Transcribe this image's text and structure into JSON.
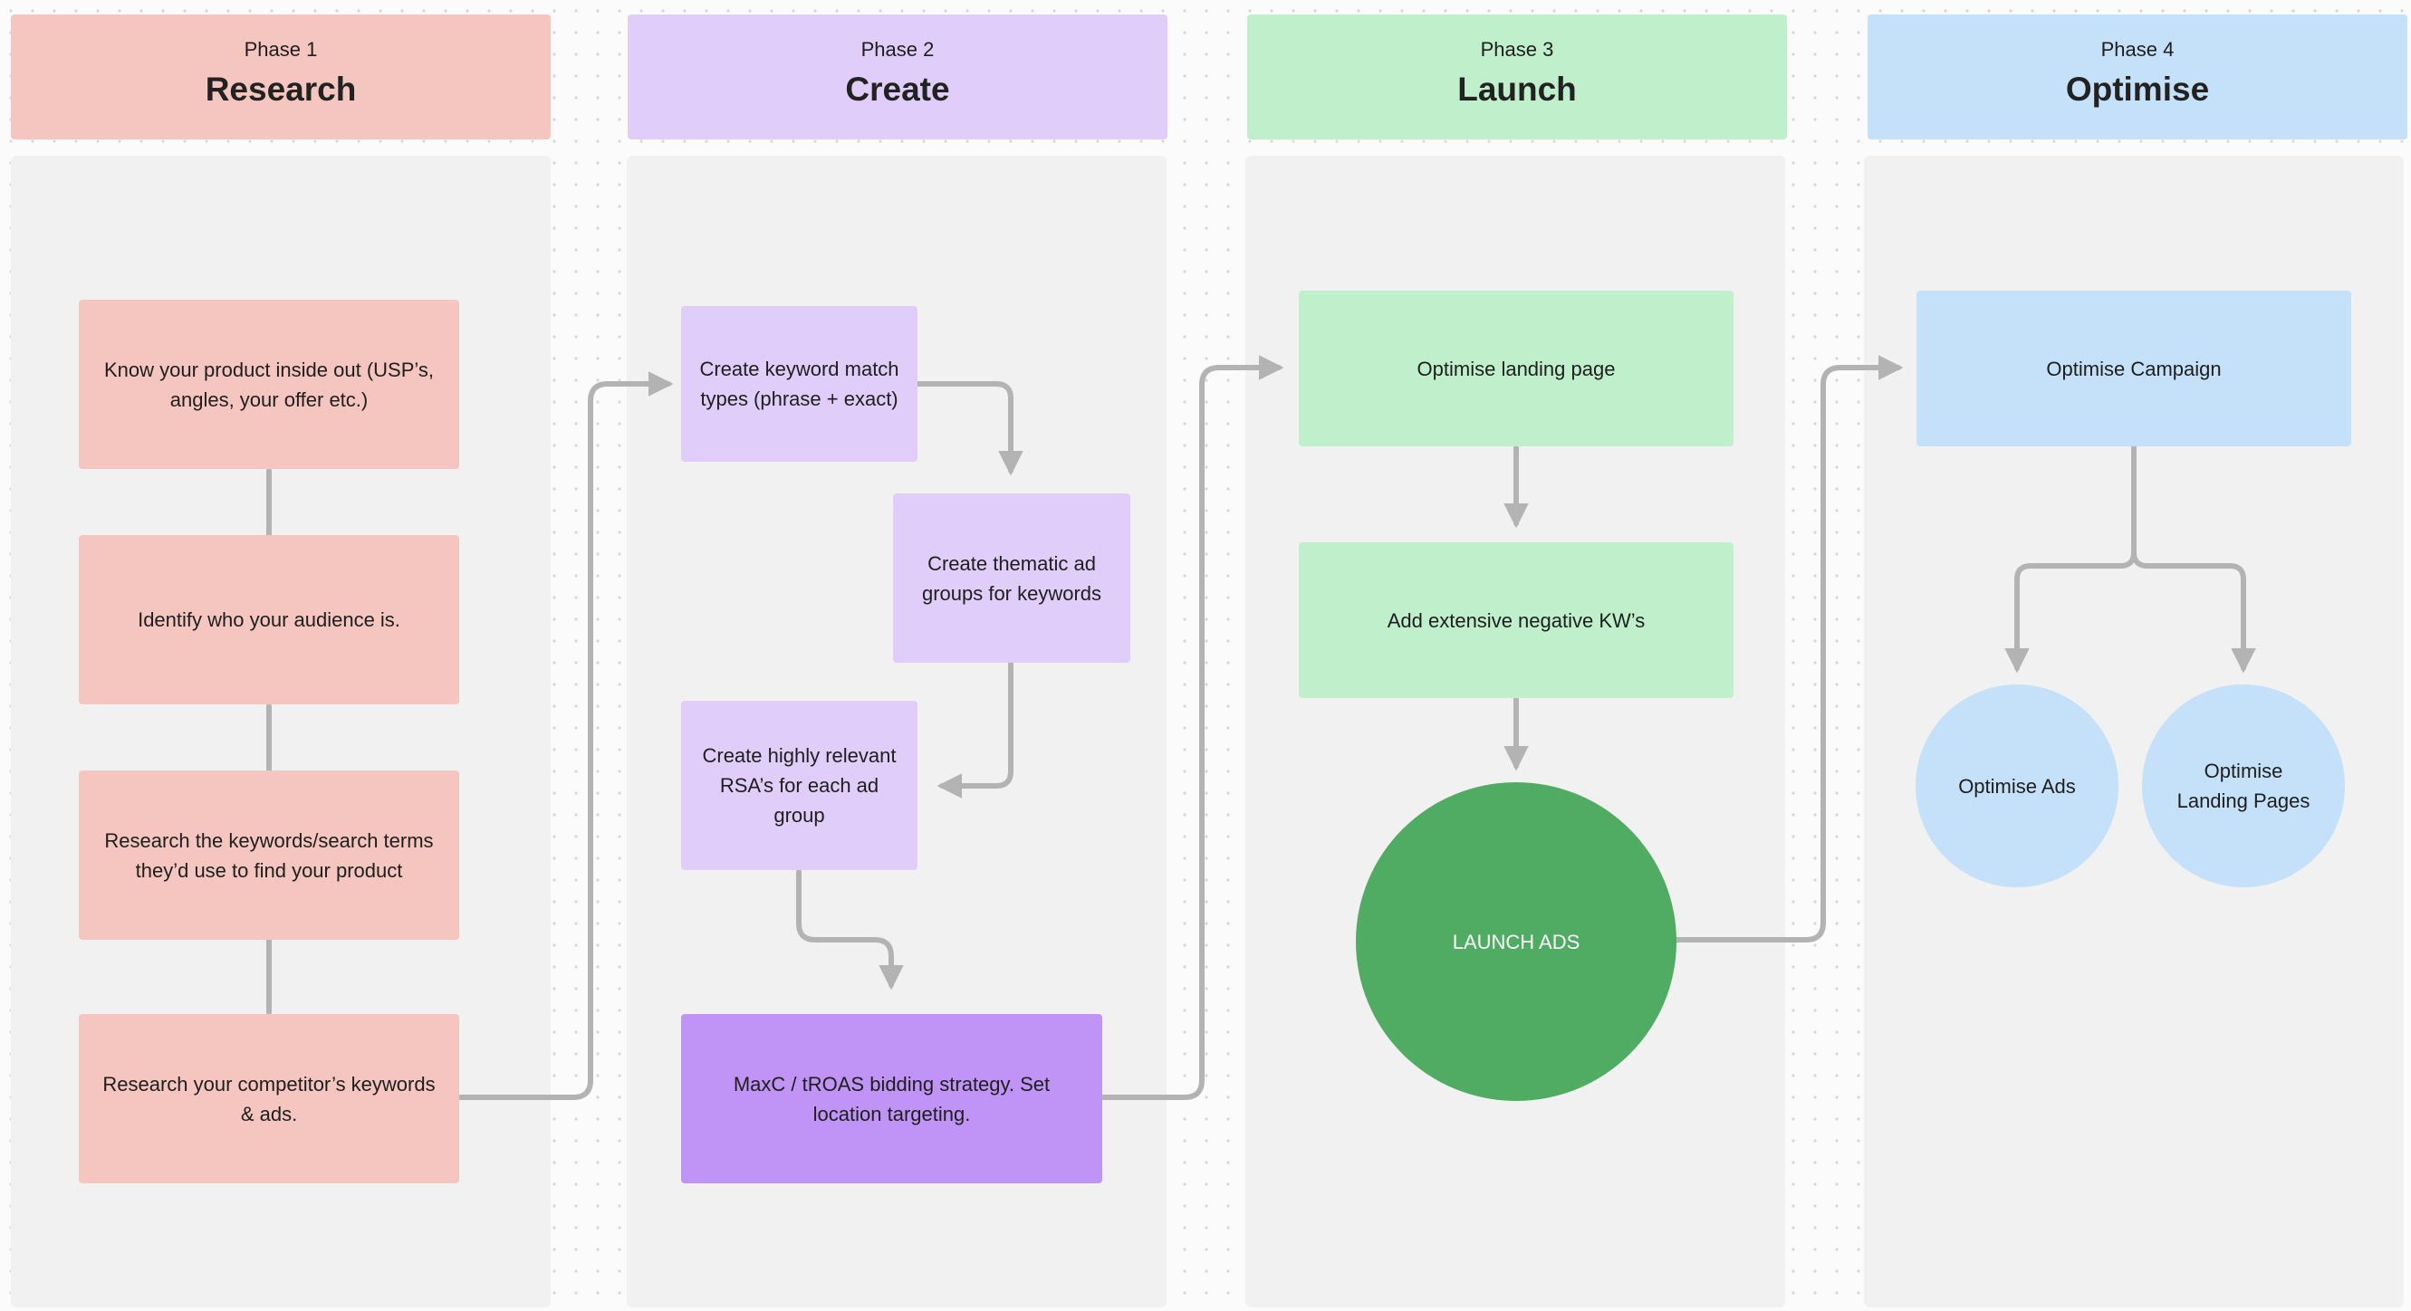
{
  "phases": [
    {
      "phase": "Phase 1",
      "title": "Research",
      "color": "#f5c6bf"
    },
    {
      "phase": "Phase 2",
      "title": "Create",
      "color": "#e1cdfa"
    },
    {
      "phase": "Phase 3",
      "title": "Launch",
      "color": "#bff0cb"
    },
    {
      "phase": "Phase 4",
      "title": "Optimise",
      "color": "#c4e1f9"
    }
  ],
  "research": {
    "step1": "Know your product inside out (USP’s, angles, your offer etc.)",
    "step2": "Identify who your audience is.",
    "step3": "Research the keywords/search terms they’d use to find your product",
    "step4": "Research your competitor’s keywords & ads."
  },
  "create": {
    "step1": "Create keyword match types (phrase + exact)",
    "step2": "Create thematic ad groups for keywords",
    "step3": "Create highly relevant RSA’s for each ad group",
    "step4": "MaxC / tROAS bidding strategy. Set location targeting."
  },
  "launch": {
    "step1": "Optimise landing page",
    "step2": "Add extensive negative KW’s",
    "step3": "LAUNCH ADS",
    "launch_color": "#50ab63"
  },
  "optimise": {
    "campaign": "Optimise Campaign",
    "ads": "Optimise Ads",
    "landing_pages_line1": "Optimise",
    "landing_pages_line2": "Landing Pages"
  },
  "connector_color": "#b3b3b3"
}
